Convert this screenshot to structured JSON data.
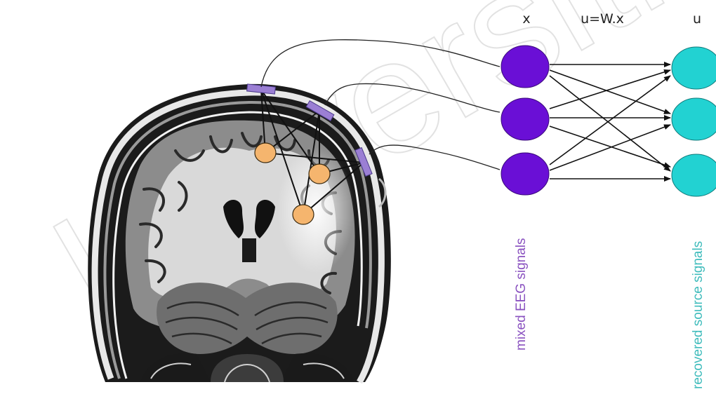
{
  "headers": {
    "x": "x",
    "transform": "u=W.x",
    "u": "u"
  },
  "labels": {
    "mixed": "mixed EEG signals",
    "recovered": "recovered source signals"
  },
  "watermark": "Universiti",
  "colors": {
    "mixed_node": "#6a0fd6",
    "source_node": "#22d2d2",
    "mixed_label": "#8a52c0",
    "recovered_label": "#3fbcbc",
    "electrode": "#9b7fd4",
    "brain_source": "#f5b56e"
  }
}
